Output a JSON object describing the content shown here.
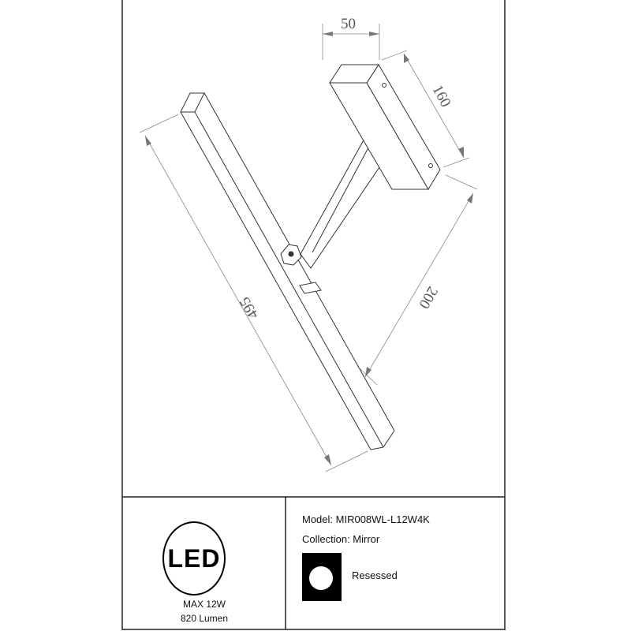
{
  "dimensions": {
    "width_mm": "50",
    "depth_mm": "160",
    "projection_mm": "200",
    "length_mm": "495"
  },
  "specs": {
    "logo_text": "LED",
    "power": "MAX 12W",
    "luminous_flux": "820 Lumen"
  },
  "info": {
    "model": "Model: MIR008WL-L12W4K",
    "collection": "Collection: Mirror",
    "installation": "Resessed"
  }
}
